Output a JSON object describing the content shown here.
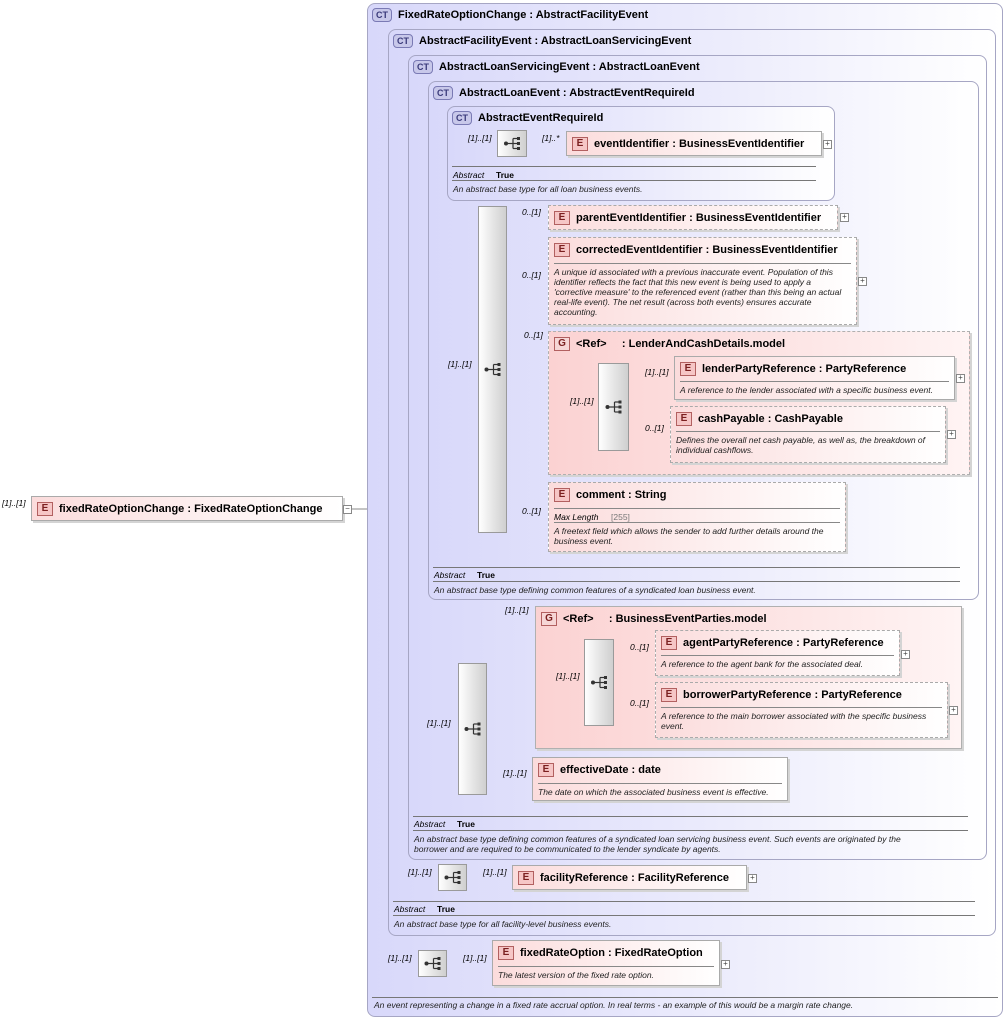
{
  "root": {
    "multiplicity": "[1]..[1]",
    "badge": "E",
    "name": "fixedRateOptionChange",
    "type": "FixedRateOptionChange"
  },
  "ct_fixed": {
    "badge": "CT",
    "name": "FixedRateOptionChange",
    "base": "AbstractFacilityEvent",
    "description": "An event representing a change in a fixed rate accrual option. In real terms - an example of this would be a margin rate change."
  },
  "ct_facility": {
    "badge": "CT",
    "name": "AbstractFacilityEvent",
    "base": "AbstractLoanServicingEvent",
    "annotation_label": "Abstract",
    "annotation_value": "True",
    "description": "An abstract base type for all facility-level business events."
  },
  "ct_servicing": {
    "badge": "CT",
    "name": "AbstractLoanServicingEvent",
    "base": "AbstractLoanEvent",
    "annotation_label": "Abstract",
    "annotation_value": "True",
    "description": "An abstract base type defining common features of a syndicated loan servicing business event. Such events are originated by the borrower and are required to be communicated to the lender syndicate by agents."
  },
  "ct_loan": {
    "badge": "CT",
    "name": "AbstractLoanEvent",
    "base": "AbstractEventRequireId",
    "annotation_label": "Abstract",
    "annotation_value": "True",
    "description": "An abstract base type defining common features of a syndicated loan business event."
  },
  "ct_requireid": {
    "badge": "CT",
    "name": "AbstractEventRequireId",
    "annotation_label": "Abstract",
    "annotation_value": "True",
    "description": "An abstract base type for all loan business events."
  },
  "elements": {
    "eventIdentifier": {
      "badge": "E",
      "name": "eventIdentifier",
      "type": "BusinessEventIdentifier",
      "seq_mult": "[1]..[1]",
      "mult": "[1]..*"
    },
    "parentEventIdentifier": {
      "badge": "E",
      "name": "parentEventIdentifier",
      "type": "BusinessEventIdentifier",
      "mult": "0..[1]"
    },
    "correctedEventIdentifier": {
      "badge": "E",
      "name": "correctedEventIdentifier",
      "type": "BusinessEventIdentifier",
      "mult": "0..[1]",
      "description": "A unique id associated with a previous inaccurate event. Population of this identifier reflects the fact that this new event is being used to apply a 'corrective measure' to the referenced event (rather than this being an actual real-life event). The net result (across both events) ensures accurate accounting."
    },
    "lenderPartyReference": {
      "badge": "E",
      "name": "lenderPartyReference",
      "type": "PartyReference",
      "mult": "[1]..[1]",
      "description": "A reference to the lender associated with a specific business event."
    },
    "cashPayable": {
      "badge": "E",
      "name": "cashPayable",
      "type": "CashPayable",
      "mult": "0..[1]",
      "description": "Defines the overall net cash payable, as well as, the breakdown of individual cashflows."
    },
    "comment": {
      "badge": "E",
      "name": "comment",
      "type": "String",
      "mult": "0..[1]",
      "facet_label": "Max Length",
      "facet_value": "[255]",
      "description": "A freetext field which allows the sender to add further details around the business event."
    },
    "agentPartyReference": {
      "badge": "E",
      "name": "agentPartyReference",
      "type": "PartyReference",
      "mult": "0..[1]",
      "description": "A reference to the agent bank for the associated deal."
    },
    "borrowerPartyReference": {
      "badge": "E",
      "name": "borrowerPartyReference",
      "type": "PartyReference",
      "mult": "0..[1]",
      "description": "A reference to the main borrower associated with the specific business event."
    },
    "effectiveDate": {
      "badge": "E",
      "name": "effectiveDate",
      "type": "date",
      "mult": "[1]..[1]",
      "description": "The date on which the associated business event is effective."
    },
    "facilityReference": {
      "badge": "E",
      "name": "facilityReference",
      "type": "FacilityReference",
      "mult": "[1]..[1]"
    },
    "fixedRateOption": {
      "badge": "E",
      "name": "fixedRateOption",
      "type": "FixedRateOption",
      "mult": "[1]..[1]",
      "description": "The latest version of the fixed rate option."
    }
  },
  "groups": {
    "lenderAndCash": {
      "badge": "G",
      "ref": "<Ref>",
      "name": "LenderAndCashDetails.model",
      "mult": "0..[1]",
      "seq_mult": "[1]..[1]"
    },
    "businessEventParties": {
      "badge": "G",
      "ref": "<Ref>",
      "name": "BusinessEventParties.model",
      "mult": "[1]..[1]",
      "seq_mult": "[1]..[1]"
    }
  },
  "sequences": {
    "loan_seq_mult": "[1]..[1]",
    "servicing_seq_mult": "[1]..[1]",
    "facility_seq_mult": "[1]..[1]",
    "fixed_seq_mult": "[1]..[1]"
  },
  "separator": ":",
  "expand_glyph": "+",
  "collapse_glyph": "−",
  "colors": {
    "ct_fill": "#d8d8fa",
    "element_fill": "#fbdcdc",
    "group_fill": "#fbd2d2",
    "line": "#8a8a8a"
  }
}
